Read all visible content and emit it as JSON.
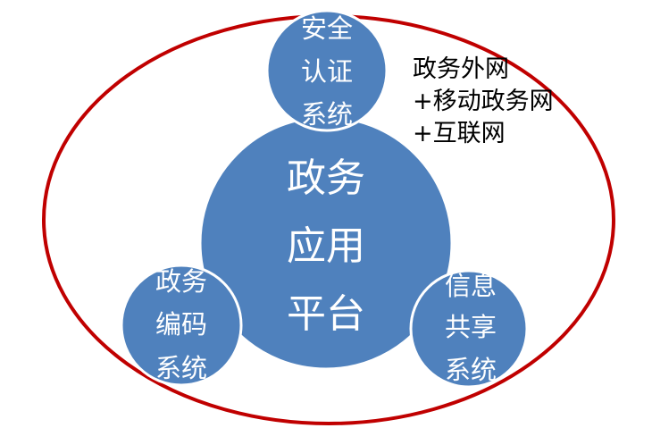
{
  "colors": {
    "ellipse": "#c00000",
    "circle": "#4f81bd",
    "stroke": "#ffffff"
  },
  "center": {
    "lines": [
      "政务",
      "应用",
      "平台"
    ]
  },
  "top": {
    "lines": [
      "安全",
      "认证",
      "系统"
    ]
  },
  "left": {
    "lines": [
      "政务",
      "编码",
      "系统"
    ]
  },
  "right": {
    "lines": [
      "信息",
      "共享",
      "系统"
    ]
  },
  "network_note": {
    "lines": [
      "政务外网",
      "+移动政务网",
      "+互联网"
    ]
  }
}
